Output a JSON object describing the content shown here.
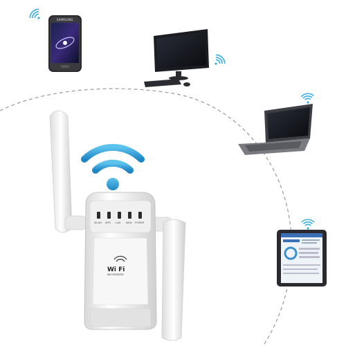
{
  "repeater": {
    "led_labels": [
      "WLAN",
      "WPS",
      "LAN",
      "WAN",
      "POWER"
    ],
    "logo_text": "Wi Fi",
    "model_text": "WiFi REPEATER"
  },
  "phone": {
    "brand": "SAMSUNG"
  },
  "colors": {
    "wifi_blue": "#3aaee0",
    "big_signal_blue": "#2f9fd8",
    "device_white": "#f4f4f4",
    "device_gray": "#c9c9c9",
    "screen_dark": "#101216",
    "dashed_arc": "#9a9a9a"
  },
  "icons": [
    "wifi-icon",
    "wifi-icon",
    "wifi-icon",
    "wifi-icon",
    "big-wifi-signal-icon"
  ]
}
